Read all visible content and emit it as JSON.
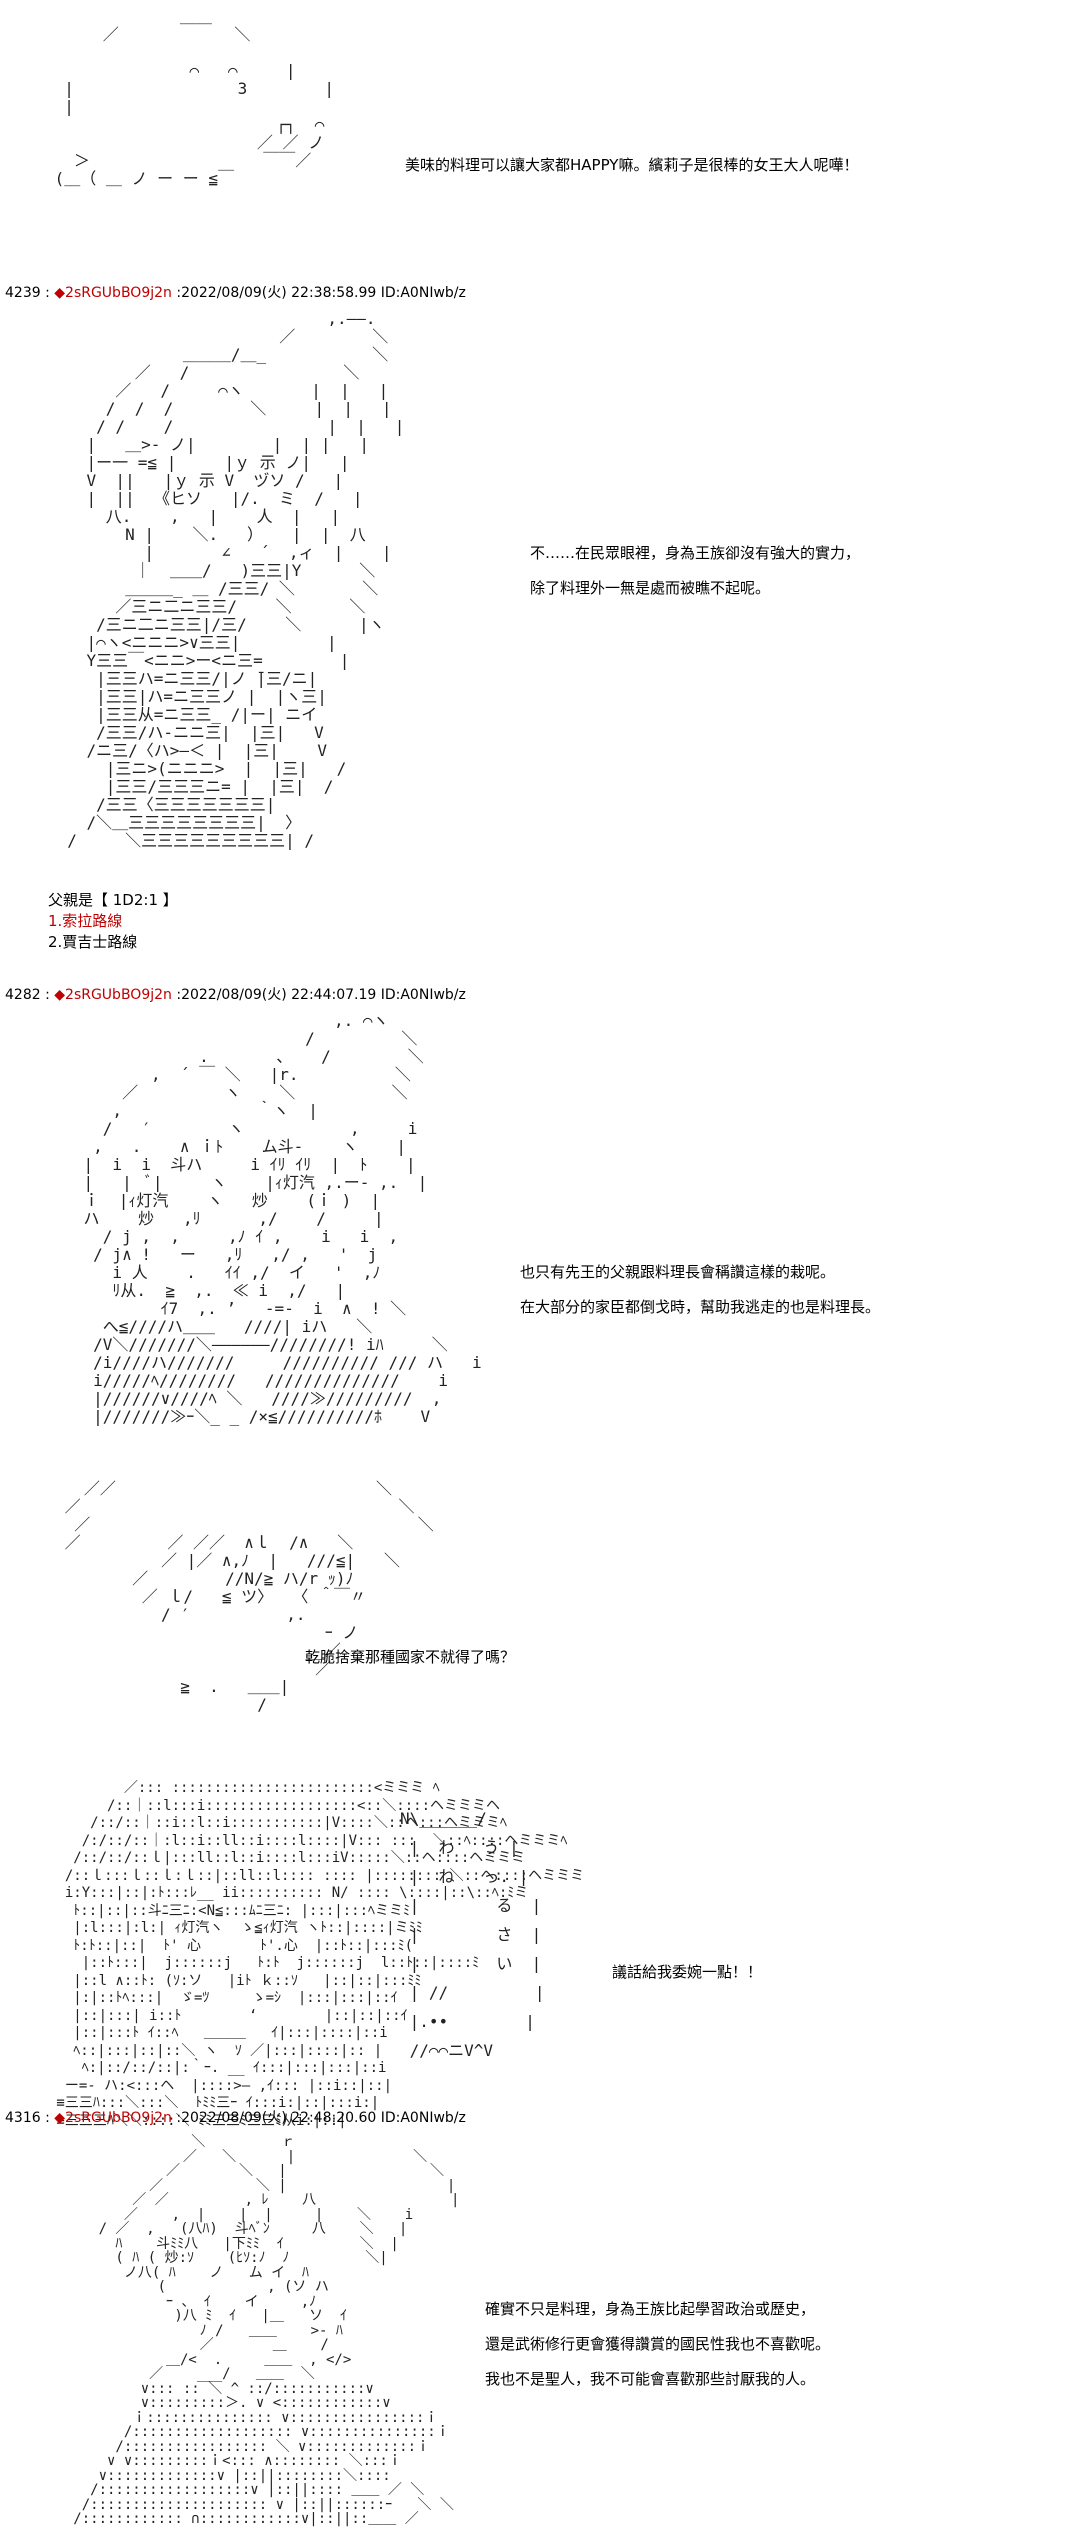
{
  "header_posts": [
    {
      "num": "4239",
      "trip": "◆2sRGUbBO9j2n",
      "date": ":2022/08/09(火) 22:38:58.99 ID:A0NIwb/z"
    },
    {
      "num": "4282",
      "trip": "◆2sRGUbBO9j2n",
      "date": ":2022/08/09(火) 22:44:07.19 ID:A0NIwb/z"
    },
    {
      "num": "4316",
      "trip": "◆2sRGUbBO9j2n",
      "date": ":2022/08/09(火) 22:48:20.60 ID:A0NIwb/z"
    }
  ],
  "dialogs": {
    "d1": "美味的料理可以讓大家都HAPPY嘛。繽莉子是很棒的女王大人呢嘩！",
    "d2": "不……在民眾眼裡，身為王族卻沒有強大的實力，\n除了料理外一無是處而被瞧不起呢。",
    "d3": "也只有先王的父親跟料理長會稱讚這樣的栽呢。\n在大部分的家臣都倒戈時，幫助我逃走的也是料理長。",
    "d4": "乾脆捨棄那種國家不就得了嗎？",
    "d5": "議話給我委婉一點！！",
    "d6": "確實不只是料理，身為王族比起學習政治或歷史，\n還是武術修行更會獲得讚賞的國民性我也不喜歡呢。\n我也不是聖人，我不可能會喜歡那些討厭我的人。"
  },
  "vote": {
    "title": "父親是【 1D2:1 】",
    "option1": "1.索拉路線",
    "option2": "2.賈吉士路線"
  },
  "bubble_text": "N\\______/\n |  わ   う |\n |  ね   っ. |\n |        る  |\n |        さ  |\n |        い  |\n | //         |\n |.••        |\n //⌒⌒ニV^V",
  "aa": {
    "aa1": "              ＿＿\n      ／            ＼\n\n               ⌒   ⌒     |\n  |                 3        |\n  |\n                        ┌┐  ⌒\n                      ／ ／ ノ\n   ＞                  ￣￣／\n (＿（ ＿ ノ ー ー ≦￣\n",
    "aa2": "                             ,.――.\n                        ／        ＼\n              ＿＿＿/＿_           ＼\n         ／   /                ＼\n       ／   /     ⌒ヽ       |  |   |\n      /  /  /        ＼     |  |   |\n     / /    /                |  |   |\n    |   ＿>- ノ|        |  | |   |\n    |ー一 =≦ |     |ｙ 示 ノ|   |\n    V  ||   |ｙ 示 V  ヅソ /   |\n    |  ||  《ヒソ   |/.  ミ  /   |\n      八.    ,   |    人  |   |\n        N |    ＼.   ）   |  |  八\n          |       ∠   ´  ,ィ  |    |\n         ｜  ＿＿/   )三三|Y      ＼\n        ＿＿＿_ ＿ /三三/ ＼       ＼\n       ／三ニ二ニ三三/    ＼      ＼\n     /三ニ二ニ三三|/三/    ＼      |ヽ\n    |⌒ヽ<ニニニ>∨三三|         |\n    Y三三￣<ニニ>ー<ニ三=        |\n     |三三ハ=ニ三三/|ノ ̄|三/ニ|\n     |三三|ハ=ニ三三ノ |  |ヽ三|\n     |三三从=ニ三三_ /|ー| ニイ\n     /三三/ハ-ニニ三|  |三|   V\n    /ニ三/〈ハ>―＜ |  |三|    V\n      |三ニ>(ニニニ>  |  |三|   /\n      |三三/三三三ニ= |  |三|  /\n     /三三〈三三三三三三三|\n    /＼＿三三三三三三三三|  〉\n  /     ＼三三三三三三三三三| /\n",
    "aa3": "                              ,. ⌒ヽ\n                           /         ＼\n                .       、   /        ＼\n           ,  ´ ￣ ＼   |r.          ＼\n        ／         ヽ    ＼          ＼\n       ,              ｀ヽ  |\n      /   ′        ヽ           ,     i\n     ,   .    ∧ ｉﾄ    ム斗-    ヽ    |\n    |  i  i  斗ハ     i ｲﾘ ｲﾘ  |  ﾄ    |\n    |   |  ﾞ|     ヽ    |ｨ灯汽 ,.ー- ,.  |\n    ｉ  |ｨ灯汽    ヽ   炒    (ｉ )  |\n    ハ    炒   ,ﾘ      ,/    /     |\n      / j ,  ,     ,ﾉ ｲ ,    i   i  ,\n     / j∧ !   ー   ,ﾘ   ,/ ,   '  j\n       i 人    .   ｲｲ ,/  イ   '  ,ﾉ\n       ﾘ从.  ≧  ,.  ≪ i  ,/   |\n            ｲ7  ,. ’   -=-  i  ∧  ! ＼\n      へ≦////ハ＿＿   ////| iハ   ＼\n     /V＼///////＼――――――////////! iﾊ     ＼\n     /i////ハ///////     ////////// /// ハ   i\n     i/////ﾍ////////   //////////////    i\n     |//////∨////ﾍ ＼   ////≫/////////  ,\n     |///////≫ｰ＼_ _ /×≦//////////ﾎ    V\n",
    "aa4": "   ／／                           ＼\n ／                                 ＼\n  ／                                  ＼\n ／         ／ ／／  ∧ｌ  /∧   ＼\n           ／ |／ ∧,ﾉ  |   ///≦|   ＼\n        ／        //N/≧ ハ/r ｯ)ﾉ\n         ／ ｌ/   ≦ ツ〉  〈 ＾￣〃\n           / ′          ,.\n                            ｰ ノ\n                          __／\n                           ／\n             ≧  .   ＿＿|\n                     /\n",
    "aa5": "         ／::: ::::::::::::::::::::::::<ミミミ ﾍ\n       /::｜::l:::i::::::::::::::::::<::＼::::ヘミミミヘ\n     /::/::｜::i::l::i:::::::::::|V::::＼::ヘ:::ヘミミミﾍ\n    /:/::/::｜:l::i::ll::i::::l::::|V::: :::  ＼::ﾍ::::ヘミミミﾍ\n   /::/::/::ｌ|:::ll::l::i::::l:::iV:::::＼::ヘ::::ヘミミミ\n  /::ｌ:::ｌ::ｌ:ｌ::|::ll::l:::: :::: |:::::::: ＼::ヘ::::ヘミミミ\n  i:Y:::|::|:ﾄ:::ﾚ__ ii:::::::::: N/ :::: \\::::|::\\::ﾍ:ﾐミ\n   ﾄ::|::|::斗ﾆ三ﾆ:<N≦:::ﾑﾆ三ﾆ: |:::|:::ﾍミミﾐ\n   |:l:::|:l:| ｨ灯汽ヽ  ゝ≦ｨ灯汽 ヽﾄ::|::::|ミﾐﾐ\n   ﾄ:ﾄ::|::|  ﾄ' 心       ﾄ'.心  |::ﾄ::|:::ﾐ(\n    |::ﾄ:::|  j::::::j   ﾄ:ﾄ  j::::::j  l::ﾄ::|::::ﾐ\n   |::l ∧::ﾄ: (ｿ:ソ   |iﾄ ｋ::ｿ   |::|::|:::ﾐﾐ\n   |:|::ﾄﾍ:::|  ゞ=ﾂ     ゝ=ｼ  |:::|:::|::ｲ\n   |::|:::| i::ﾄ        ‘        |::|::|::ｲ\n   |::|:::ﾄ ｲ::ﾍ   ＿＿＿   ｲ|:::|::::|::i\n   ﾍ::|:::|::|::＼ ヽ  ｿ ／|:::|::::|:: |\n    ﾍ:|::/::/::|:｀ｰ. __ ｲ:::|:::|:::|::i\n  ー=- ハ:<:::ヘ  |::::>― ,ｲ::: |::i::|::|\n ≡三三ﾊ:::＼:::＼  ﾄﾐﾐ三ｰ ｲ:::i:|::|:::i:|\n ≡三三三ﾊ＼＼::::＼ ﾐﾐ三三ﾐ三三ﾐ从i:|::|\n",
    "aa6": "                 ＼         ｒ\n                ／   ＼      |              ＼\n              ／       ＼   |                 ＼\n            ／           ＼ |                   |\n          ／ ／         , ﾚ    八                |\n         ／    ,  |    |  |     |    ＼    i\n      / ／  ,   (八ﾊ)  斗ﾍﾞﾝ     八    ＼   |\n        ﾊ    斗ﾐﾐ八   |下ﾐﾐ  ｲ         ＼  |\n        ( ﾊ ( 炒:ｿ    (ﾋｿ:ﾉ  ﾉ         ＼|\n         ノ八( ﾊ    ノ   ム イ  ﾊ\n             (            , (ソ ハ\n              ｰ 、 ｲ    イ     ,ﾉ\n               )八 ﾐ  ｲ   |＿   ソ  ｲ\n                  ﾉ /   ＿＿    >- ﾊ\n                  ／       ＿    /\n              ＿/<  .     ＿＿  , </>\n            ／    ___/   ＿＿  ＼\n           ∨::: :: ＼ ^ ::/:::::::::::∨\n           ∨:::::::::＞. ∨ <::::::::::::∨\n          ｉ::::::::::::::: ∨::::::::::::::::ｉ\n         /::::::::::::::::::: ∨:::::::::::::::ｉ\n        /::::::::::::::::: ＼ ∨:::::::::::::ｉ\n       ∨ ∨:::::::::ｉ<::: ∧:::::::: ＼:::ｉ\n      ∨:::::::::::::∨ |::||::::::::＼::::\n     /::::::::::::::::::∨ |::||:::: ＿＿ ／ ＼\n    /::::::::::::::::::::: ∨ |::||::::::ｰ   ＼ ＼\n   /:::::::::::: ∩::::::::::::∨|::||::＿＿ ／\n"
  }
}
